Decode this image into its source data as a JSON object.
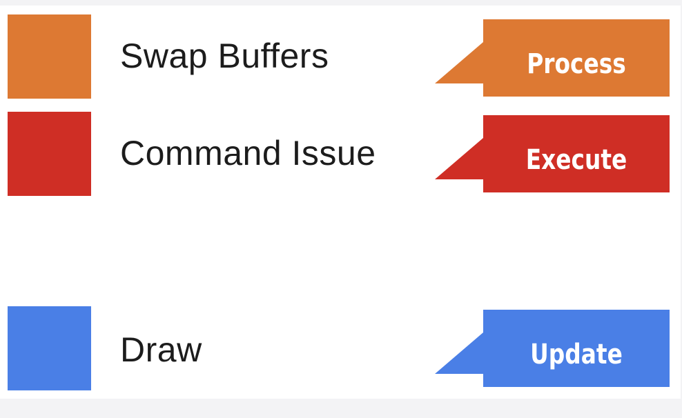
{
  "legend": [
    {
      "label": "Swap Buffers",
      "tag": "Process",
      "color": "#dd7933"
    },
    {
      "label": "Command Issue",
      "tag": "Execute",
      "color": "#cf2e25"
    },
    {
      "label": "Draw",
      "tag": "Update",
      "color": "#4a7fe6"
    }
  ]
}
